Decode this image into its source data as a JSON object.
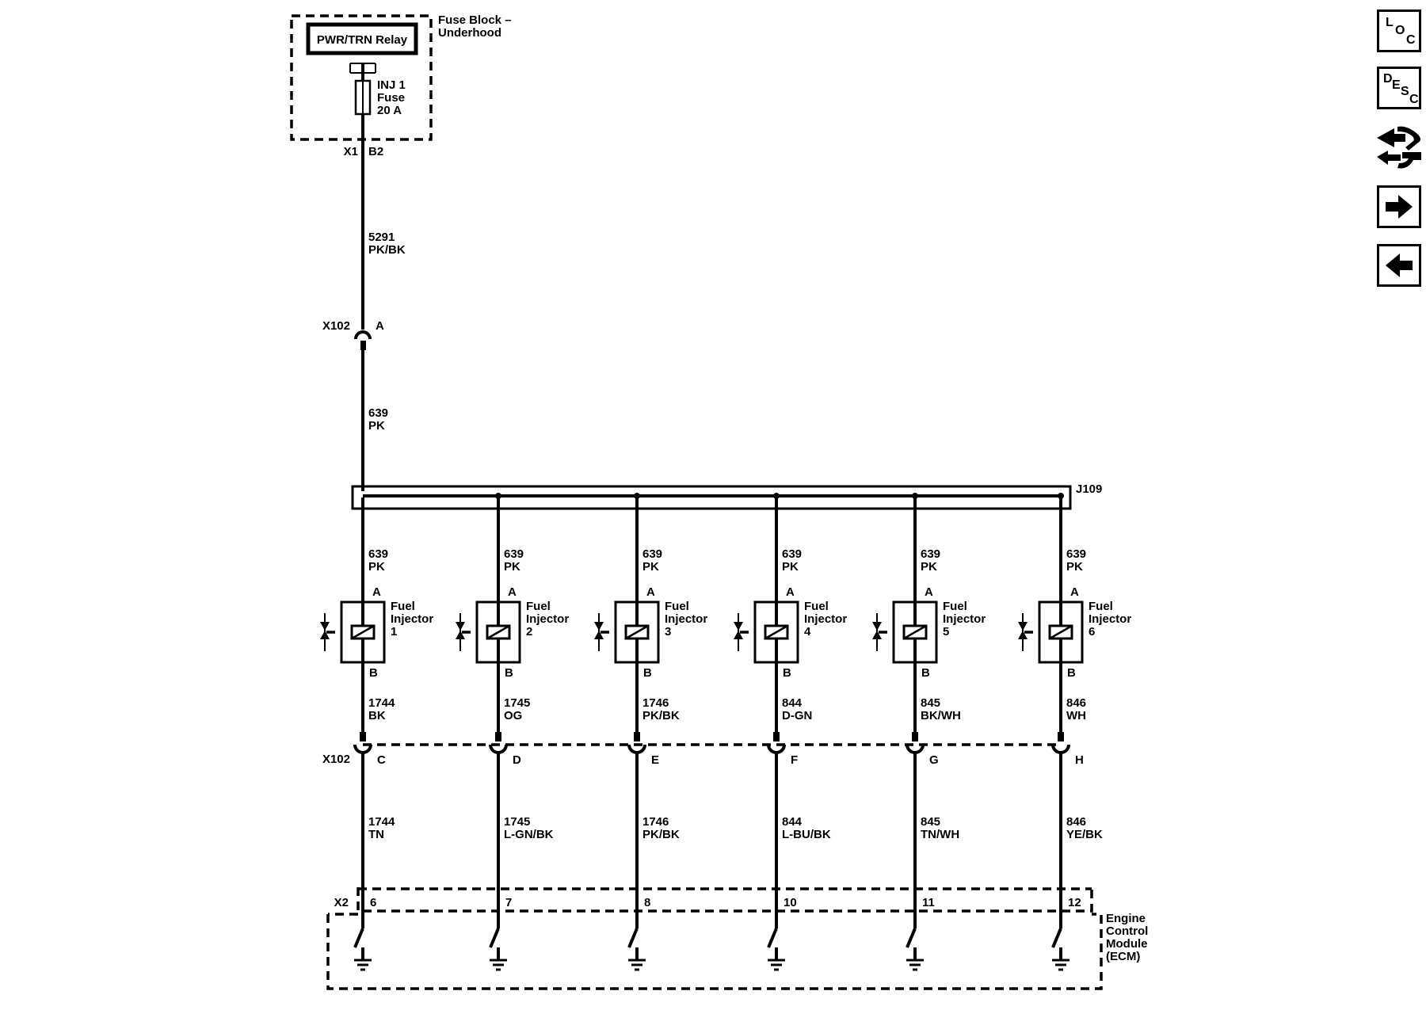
{
  "fuse_block": {
    "title_line1": "Fuse Block –",
    "title_line2": "Underhood",
    "relay_label": "PWR/TRN Relay",
    "fuse_line1": "INJ 1",
    "fuse_line2": "Fuse",
    "fuse_line3": "20 A",
    "connector": "X1",
    "pin": "B2"
  },
  "supply_wire": {
    "circuit": "5291",
    "color": "PK/BK"
  },
  "x102_top": {
    "connector": "X102",
    "pin": "A"
  },
  "feed_wire": {
    "circuit": "639",
    "color": "PK"
  },
  "splice": {
    "label": "J109"
  },
  "injectors": [
    {
      "name_line1": "Fuel",
      "name_line2": "Injector",
      "number": "1",
      "pin_a": "A",
      "pin_b": "B",
      "feed_circuit": "639",
      "feed_color": "PK",
      "out_circuit": "1744",
      "out_color": "BK",
      "x102_pin": "C",
      "ecm_circuit": "1744",
      "ecm_color": "TN",
      "ecm_pin": "6"
    },
    {
      "name_line1": "Fuel",
      "name_line2": "Injector",
      "number": "2",
      "pin_a": "A",
      "pin_b": "B",
      "feed_circuit": "639",
      "feed_color": "PK",
      "out_circuit": "1745",
      "out_color": "OG",
      "x102_pin": "D",
      "ecm_circuit": "1745",
      "ecm_color": "L-GN/BK",
      "ecm_pin": "7"
    },
    {
      "name_line1": "Fuel",
      "name_line2": "Injector",
      "number": "3",
      "pin_a": "A",
      "pin_b": "B",
      "feed_circuit": "639",
      "feed_color": "PK",
      "out_circuit": "1746",
      "out_color": "PK/BK",
      "x102_pin": "E",
      "ecm_circuit": "1746",
      "ecm_color": "PK/BK",
      "ecm_pin": "8"
    },
    {
      "name_line1": "Fuel",
      "name_line2": "Injector",
      "number": "4",
      "pin_a": "A",
      "pin_b": "B",
      "feed_circuit": "639",
      "feed_color": "PK",
      "out_circuit": "844",
      "out_color": "D-GN",
      "x102_pin": "F",
      "ecm_circuit": "844",
      "ecm_color": "L-BU/BK",
      "ecm_pin": "10"
    },
    {
      "name_line1": "Fuel",
      "name_line2": "Injector",
      "number": "5",
      "pin_a": "A",
      "pin_b": "B",
      "feed_circuit": "639",
      "feed_color": "PK",
      "out_circuit": "845",
      "out_color": "BK/WH",
      "x102_pin": "G",
      "ecm_circuit": "845",
      "ecm_color": "TN/WH",
      "ecm_pin": "11"
    },
    {
      "name_line1": "Fuel",
      "name_line2": "Injector",
      "number": "6",
      "pin_a": "A",
      "pin_b": "B",
      "feed_circuit": "639",
      "feed_color": "PK",
      "out_circuit": "846",
      "out_color": "WH",
      "x102_pin": "H",
      "ecm_circuit": "846",
      "ecm_color": "YE/BK",
      "ecm_pin": "12"
    }
  ],
  "x102_bottom": {
    "connector": "X102"
  },
  "ecm": {
    "connector": "X2",
    "name_line1": "Engine",
    "name_line2": "Control",
    "name_line3": "Module",
    "name_line4": "(ECM)"
  },
  "nav": {
    "loc": {
      "l": "L",
      "o": "O",
      "c": "C",
      "icon": "location-icon"
    },
    "desc": {
      "d": "D",
      "e": "E",
      "s": "S",
      "c": "C",
      "icon": "description-icon"
    },
    "repair": {
      "icon": "repair-procedure-icon"
    },
    "next": {
      "icon": "arrow-right-icon"
    },
    "prev": {
      "icon": "arrow-left-icon"
    }
  }
}
